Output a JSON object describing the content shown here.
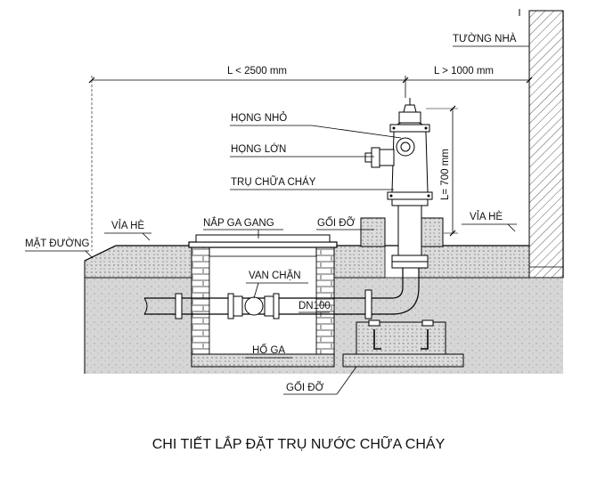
{
  "drawing": {
    "title": "CHI TIẾT LẮP ĐẶT TRỤ NƯỚC CHỮA CHÁY",
    "dimensions": {
      "left_length": "L < 2500 mm",
      "right_length": "L > 1000 mm",
      "height": "L= 700 mm"
    },
    "labels": {
      "wall": "TƯỜNG NHÀ",
      "small_outlet": "HỌNG NHỎ",
      "large_outlet": "HỌNG LỚN",
      "hydrant": "TRỤ CHỮA CHÁY",
      "sidewalk_left": "VỈA HÈ",
      "sidewalk_right": "VỈA HÈ",
      "road_surface": "MẶT ĐƯỜNG",
      "manhole_cover": "NẮP GA GANG",
      "support_top": "GỐI ĐỠ",
      "support_bottom": "GỐI ĐỠ",
      "valve": "VAN CHẶN",
      "pipe": "DN100",
      "manhole": "HỐ GA"
    }
  }
}
